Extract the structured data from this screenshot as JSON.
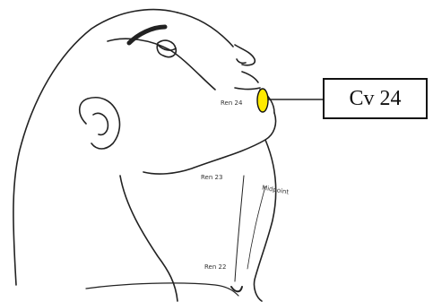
{
  "callout": {
    "label": "Cv 24"
  },
  "sketch_labels": {
    "point_24": "Ren 24",
    "point_23": "Ren 23",
    "point_22": "Ren 22",
    "midpoint": "Midpoint"
  },
  "colors": {
    "marker_fill": "#ffea00",
    "marker_stroke": "#111111",
    "line": "#222222"
  }
}
